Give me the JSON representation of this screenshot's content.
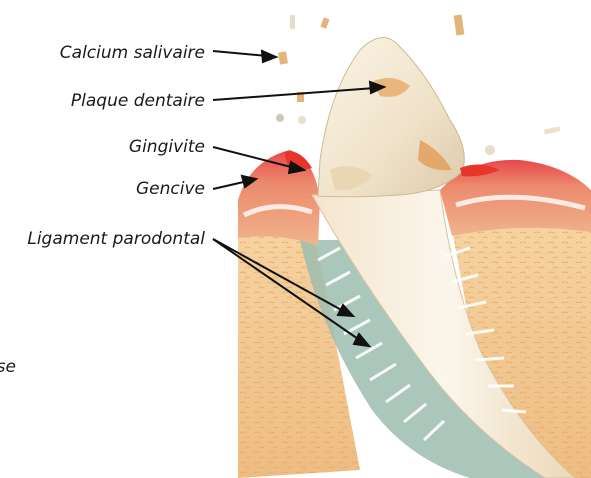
{
  "labels": {
    "calcium": "Calcium salivaire",
    "plaque": "Plaque dentaire",
    "gingivite": "Gingivite",
    "gencive": "Gencive",
    "ligament": "Ligament parodontal",
    "partial_left": "se"
  },
  "colors": {
    "bone": "#f2c690",
    "gum": "#e98a6c",
    "inflamed": "#e8352a",
    "enamel": "#f3ead8",
    "plaque": "#e9b77e",
    "periodontal": "#8fb5a8",
    "arrow": "#111111"
  }
}
